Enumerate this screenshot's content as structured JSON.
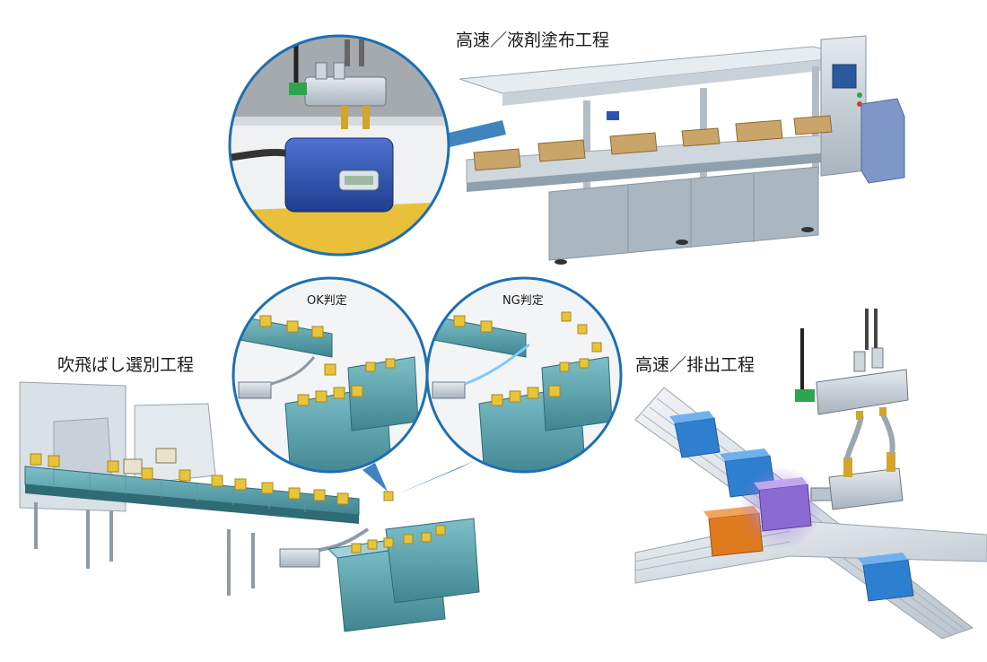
{
  "labels": {
    "coating": "高速／液剤塗布工程",
    "sorting": "吹飛ばし選別工程",
    "discharge": "高速／排出工程",
    "ok": "OK判定",
    "ng": "NG判定"
  },
  "colors": {
    "callout_ring": "#1e6fb3",
    "machine_body": "#b7c2cb",
    "box_cardboard": "#c9a56a",
    "sensor_blue": "#2f53b4",
    "bin_teal": "#4f97a3",
    "parts_yellow": "#e8c43a",
    "block_blue": "#2f7fd0",
    "block_orange": "#e07a1f",
    "block_purple": "#8b6ad1"
  },
  "icons": [
    "valve-icon",
    "sensor-icon",
    "cylinder-icon"
  ]
}
